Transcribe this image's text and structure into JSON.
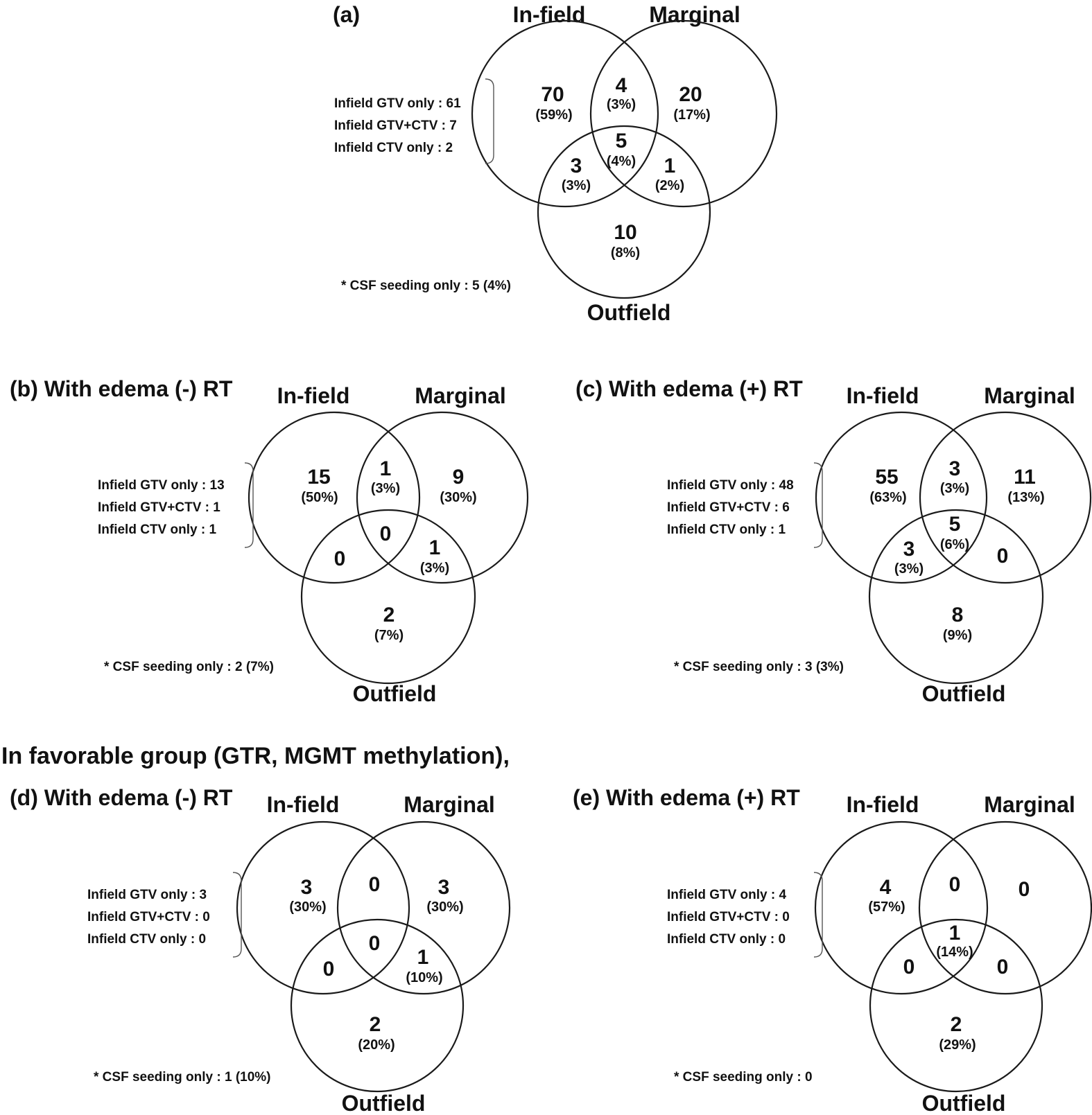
{
  "section_title": "In favorable group (GTR, MGMT methylation),",
  "panels": {
    "a": {
      "label": "(a)",
      "set_labels": {
        "infield": "In-field",
        "marginal": "Marginal",
        "outfield": "Outfield"
      },
      "regions": {
        "infield_only": {
          "count": "70",
          "pct": "(59%)"
        },
        "infield_marginal": {
          "count": "4",
          "pct": "(3%)"
        },
        "marginal_only": {
          "count": "20",
          "pct": "(17%)"
        },
        "all_three": {
          "count": "5",
          "pct": "(4%)"
        },
        "infield_outfield": {
          "count": "3",
          "pct": "(3%)"
        },
        "marginal_outfield": {
          "count": "1",
          "pct": "(2%)"
        },
        "outfield_only": {
          "count": "10",
          "pct": "(8%)"
        }
      },
      "breakdown": [
        "Infield GTV only : 61",
        "Infield GTV+CTV : 7",
        "Infield CTV only : 2"
      ],
      "note": "* CSF seeding only : 5 (4%)"
    },
    "b": {
      "label": "(b) With edema (-) RT",
      "set_labels": {
        "infield": "In-field",
        "marginal": "Marginal",
        "outfield": "Outfield"
      },
      "regions": {
        "infield_only": {
          "count": "15",
          "pct": "(50%)"
        },
        "infield_marginal": {
          "count": "1",
          "pct": "(3%)"
        },
        "marginal_only": {
          "count": "9",
          "pct": "(30%)"
        },
        "all_three": {
          "count": "0",
          "pct": ""
        },
        "infield_outfield": {
          "count": "0",
          "pct": ""
        },
        "marginal_outfield": {
          "count": "1",
          "pct": "(3%)"
        },
        "outfield_only": {
          "count": "2",
          "pct": "(7%)"
        }
      },
      "breakdown": [
        "Infield GTV only : 13",
        "Infield GTV+CTV : 1",
        "Infield CTV only : 1"
      ],
      "note": "* CSF seeding only : 2 (7%)"
    },
    "c": {
      "label": "(c) With edema (+) RT",
      "set_labels": {
        "infield": "In-field",
        "marginal": "Marginal",
        "outfield": "Outfield"
      },
      "regions": {
        "infield_only": {
          "count": "55",
          "pct": "(63%)"
        },
        "infield_marginal": {
          "count": "3",
          "pct": "(3%)"
        },
        "marginal_only": {
          "count": "11",
          "pct": "(13%)"
        },
        "all_three": {
          "count": "5",
          "pct": "(6%)"
        },
        "infield_outfield": {
          "count": "3",
          "pct": "(3%)"
        },
        "marginal_outfield": {
          "count": "0",
          "pct": ""
        },
        "outfield_only": {
          "count": "8",
          "pct": "(9%)"
        }
      },
      "breakdown": [
        "Infield GTV only : 48",
        "Infield GTV+CTV : 6",
        "Infield CTV only : 1"
      ],
      "note": "* CSF seeding only : 3 (3%)"
    },
    "d": {
      "label": "(d) With edema (-) RT",
      "set_labels": {
        "infield": "In-field",
        "marginal": "Marginal",
        "outfield": "Outfield"
      },
      "regions": {
        "infield_only": {
          "count": "3",
          "pct": "(30%)"
        },
        "infield_marginal": {
          "count": "0",
          "pct": ""
        },
        "marginal_only": {
          "count": "3",
          "pct": "(30%)"
        },
        "all_three": {
          "count": "0",
          "pct": ""
        },
        "infield_outfield": {
          "count": "0",
          "pct": ""
        },
        "marginal_outfield": {
          "count": "1",
          "pct": "(10%)"
        },
        "outfield_only": {
          "count": "2",
          "pct": "(20%)"
        }
      },
      "breakdown": [
        "Infield GTV only : 3",
        "Infield GTV+CTV : 0",
        "Infield CTV only : 0"
      ],
      "note": "* CSF seeding only : 1 (10%)"
    },
    "e": {
      "label": "(e) With edema (+) RT",
      "set_labels": {
        "infield": "In-field",
        "marginal": "Marginal",
        "outfield": "Outfield"
      },
      "regions": {
        "infield_only": {
          "count": "4",
          "pct": "(57%)"
        },
        "infield_marginal": {
          "count": "0",
          "pct": ""
        },
        "marginal_only": {
          "count": "0",
          "pct": ""
        },
        "all_three": {
          "count": "1",
          "pct": "(14%)"
        },
        "infield_outfield": {
          "count": "0",
          "pct": ""
        },
        "marginal_outfield": {
          "count": "0",
          "pct": ""
        },
        "outfield_only": {
          "count": "2",
          "pct": "(29%)"
        }
      },
      "breakdown": [
        "Infield GTV only : 4",
        "Infield GTV+CTV : 0",
        "Infield CTV only : 0"
      ],
      "note": "* CSF seeding only : 0"
    }
  }
}
